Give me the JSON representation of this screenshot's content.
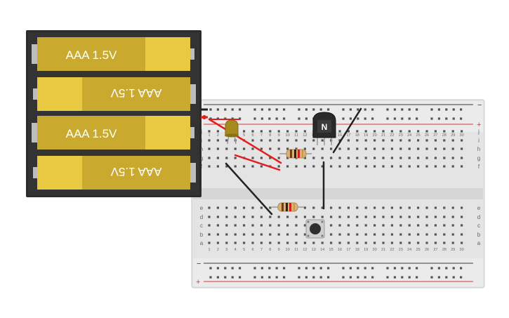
{
  "battery_pack": {
    "cells": [
      {
        "label": "AAA 1.5V",
        "flipped": false
      },
      {
        "label": "AAA 1.5V",
        "flipped": true
      },
      {
        "label": "AAA 1.5V",
        "flipped": false
      },
      {
        "label": "AAA 1.5V",
        "flipped": true
      }
    ]
  },
  "breadboard": {
    "columns": [
      "1",
      "2",
      "3",
      "4",
      "5",
      "6",
      "7",
      "8",
      "9",
      "10",
      "11",
      "12",
      "13",
      "14",
      "15",
      "16",
      "17",
      "18",
      "19",
      "20",
      "21",
      "22",
      "23",
      "24",
      "25",
      "26",
      "27",
      "28",
      "29",
      "30"
    ],
    "rows_top": [
      "j",
      "i",
      "h",
      "g",
      "f"
    ],
    "rows_bottom": [
      "e",
      "d",
      "c",
      "b",
      "a"
    ],
    "rail_minus": "−",
    "rail_plus": "+"
  },
  "transistor": {
    "label": "N"
  },
  "colors": {
    "wire_red": "#e02020",
    "wire_black": "#222222",
    "battery_yellow": "#c9a92e",
    "battery_cap": "#e8c941",
    "holder": "#2b2b2b",
    "board": "#e4e4e4",
    "rail_red": "#d23a3a",
    "rail_blue": "#3a3a3a"
  }
}
